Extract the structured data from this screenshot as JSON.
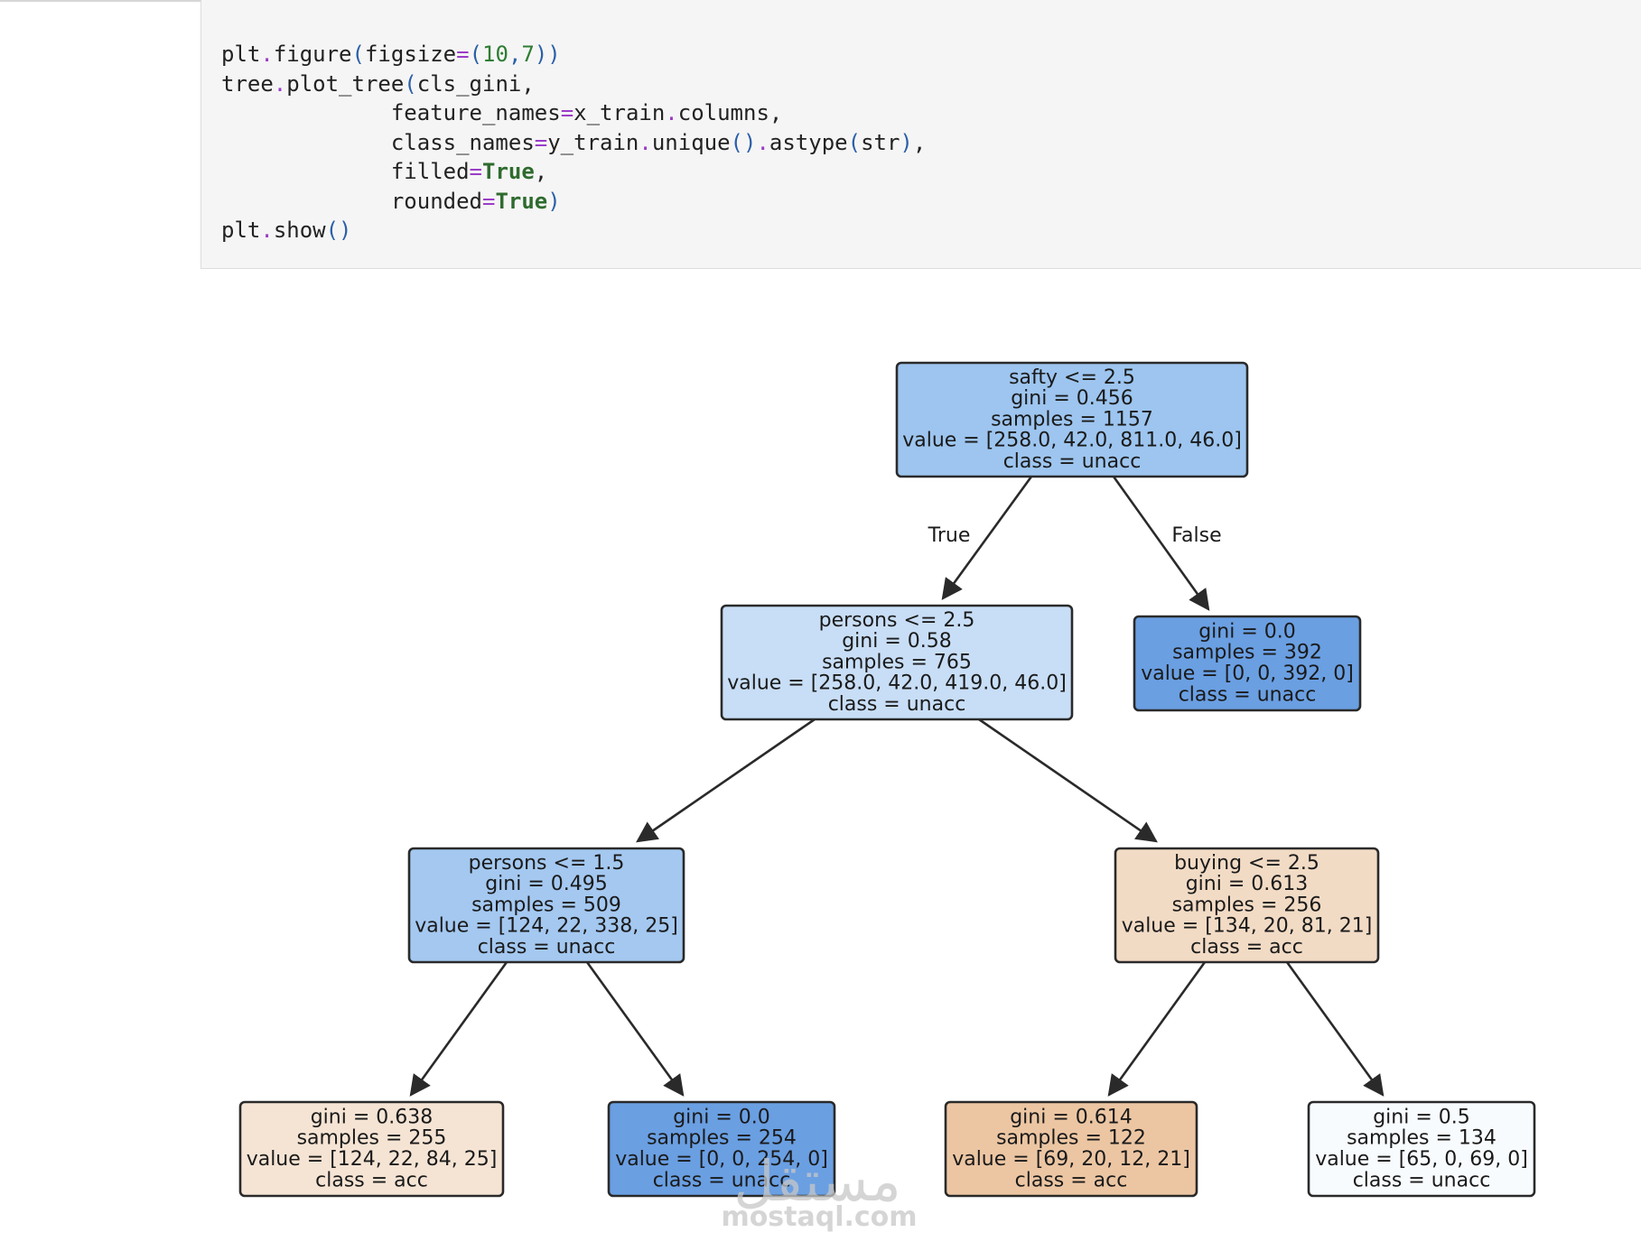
{
  "code_lines": [
    {
      "parts": [
        [
          "plt",
          ""
        ],
        [
          ".",
          "op"
        ],
        [
          "figure",
          ""
        ],
        [
          "(",
          "p"
        ],
        [
          "figsize",
          ""
        ],
        [
          "=",
          "op"
        ],
        [
          "(",
          "p"
        ],
        [
          "10",
          "num"
        ],
        [
          ",",
          "p"
        ],
        [
          "7",
          "num"
        ],
        [
          "))",
          "p"
        ]
      ]
    },
    {
      "parts": [
        [
          "tree",
          ""
        ],
        [
          ".",
          "op"
        ],
        [
          "plot_tree",
          ""
        ],
        [
          "(",
          "p"
        ],
        [
          "cls_gini,",
          ""
        ]
      ]
    },
    {
      "parts": [
        [
          "             feature_names",
          ""
        ],
        [
          "=",
          "op"
        ],
        [
          "x_train",
          ""
        ],
        [
          ".",
          "op"
        ],
        [
          "columns,",
          ""
        ]
      ]
    },
    {
      "parts": [
        [
          "             class_names",
          ""
        ],
        [
          "=",
          "op"
        ],
        [
          "y_train",
          ""
        ],
        [
          ".",
          "op"
        ],
        [
          "unique",
          ""
        ],
        [
          "()",
          "p"
        ],
        [
          ".",
          "op"
        ],
        [
          "astype",
          ""
        ],
        [
          "(",
          "p"
        ],
        [
          "str",
          ""
        ],
        [
          ")",
          "p"
        ],
        [
          ",",
          ""
        ]
      ]
    },
    {
      "parts": [
        [
          "             filled",
          ""
        ],
        [
          "=",
          "op"
        ],
        [
          "True",
          "kw"
        ],
        [
          ",",
          ""
        ]
      ]
    },
    {
      "parts": [
        [
          "             rounded",
          ""
        ],
        [
          "=",
          "op"
        ],
        [
          "True",
          "kw"
        ],
        [
          ")",
          "p"
        ]
      ]
    },
    {
      "parts": [
        [
          "plt",
          ""
        ],
        [
          ".",
          "op"
        ],
        [
          "show",
          ""
        ],
        [
          "()",
          "p"
        ]
      ]
    }
  ],
  "tree": {
    "edge_labels": {
      "true": "True",
      "false": "False"
    },
    "nodes": [
      {
        "id": "n0",
        "lines": [
          "safty <= 2.5",
          "gini = 0.456",
          "samples = 1157",
          "value = [258.0, 42.0, 811.0, 46.0]",
          "class = unacc"
        ],
        "color": "#9dc5ef"
      },
      {
        "id": "n1",
        "lines": [
          "persons <= 2.5",
          "gini = 0.58",
          "samples = 765",
          "value = [258.0, 42.0, 419.0, 46.0]",
          "class = unacc"
        ],
        "color": "#c8def6"
      },
      {
        "id": "n2",
        "lines": [
          "gini = 0.0",
          "samples = 392",
          "value = [0, 0, 392, 0]",
          "class = unacc"
        ],
        "color": "#6a9fe2"
      },
      {
        "id": "n3",
        "lines": [
          "persons <= 1.5",
          "gini = 0.495",
          "samples = 509",
          "value = [124, 22, 338, 25]",
          "class = unacc"
        ],
        "color": "#a4c8f0"
      },
      {
        "id": "n4",
        "lines": [
          "buying <= 2.5",
          "gini = 0.613",
          "samples = 256",
          "value = [134, 20, 81, 21]",
          "class = acc"
        ],
        "color": "#f2dbc5"
      },
      {
        "id": "n5",
        "lines": [
          "gini = 0.638",
          "samples = 255",
          "value = [124, 22, 84, 25]",
          "class = acc"
        ],
        "color": "#f5e4d4"
      },
      {
        "id": "n6",
        "lines": [
          "gini = 0.0",
          "samples = 254",
          "value = [0, 0, 254, 0]",
          "class = unacc"
        ],
        "color": "#6a9fe2"
      },
      {
        "id": "n7",
        "lines": [
          "gini = 0.614",
          "samples = 122",
          "value = [69, 20, 12, 21]",
          "class = acc"
        ],
        "color": "#ecc6a3"
      },
      {
        "id": "n8",
        "lines": [
          "gini = 0.5",
          "samples = 134",
          "value = [65, 0, 69, 0]",
          "class = unacc"
        ],
        "color": "#f8fbfe"
      }
    ]
  },
  "watermark": {
    "brand": "مستقل",
    "domain": "mostaql.com"
  }
}
